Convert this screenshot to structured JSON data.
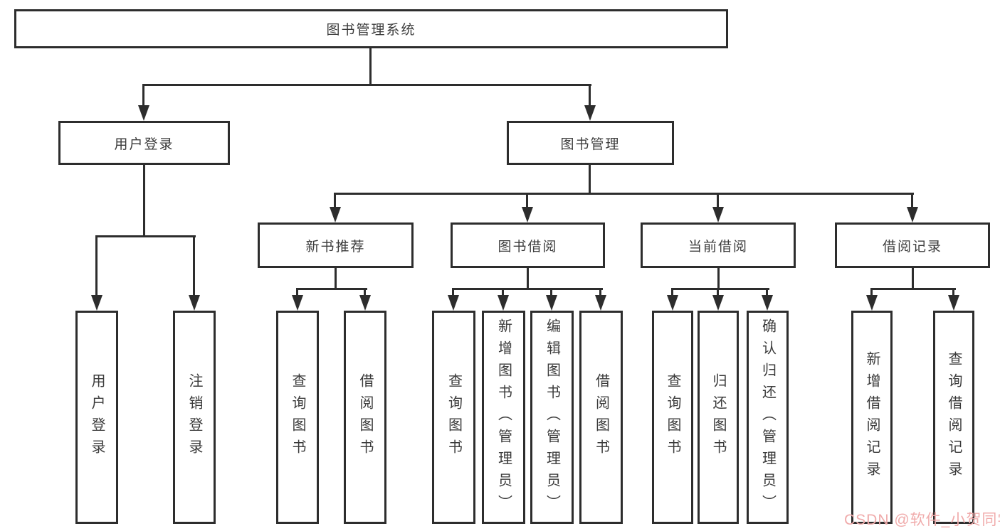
{
  "nodes": {
    "root": "图书管理系统",
    "level1": [
      "用户登录",
      "图书管理"
    ],
    "level2": [
      "新书推荐",
      "图书借阅",
      "当前借阅",
      "借阅记录"
    ],
    "leaves": [
      "用户登录",
      "注销登录",
      "查询图书",
      "借阅图书",
      "查询图书",
      "新增图书（管理员）",
      "编辑图书（管理员）",
      "借阅图书",
      "查询图书",
      "归还图书",
      "确认归还（管理员）",
      "新增借阅记录",
      "查询借阅记录"
    ]
  },
  "watermark": "CSDN @软件_小贺同学",
  "colors": {
    "line": "#2d2d2d",
    "box_border": "#2d2d2d",
    "box_fill": "#ffffff",
    "text": "#3b3b3b",
    "watermark": "#f0abab",
    "background": "#ffffff"
  }
}
